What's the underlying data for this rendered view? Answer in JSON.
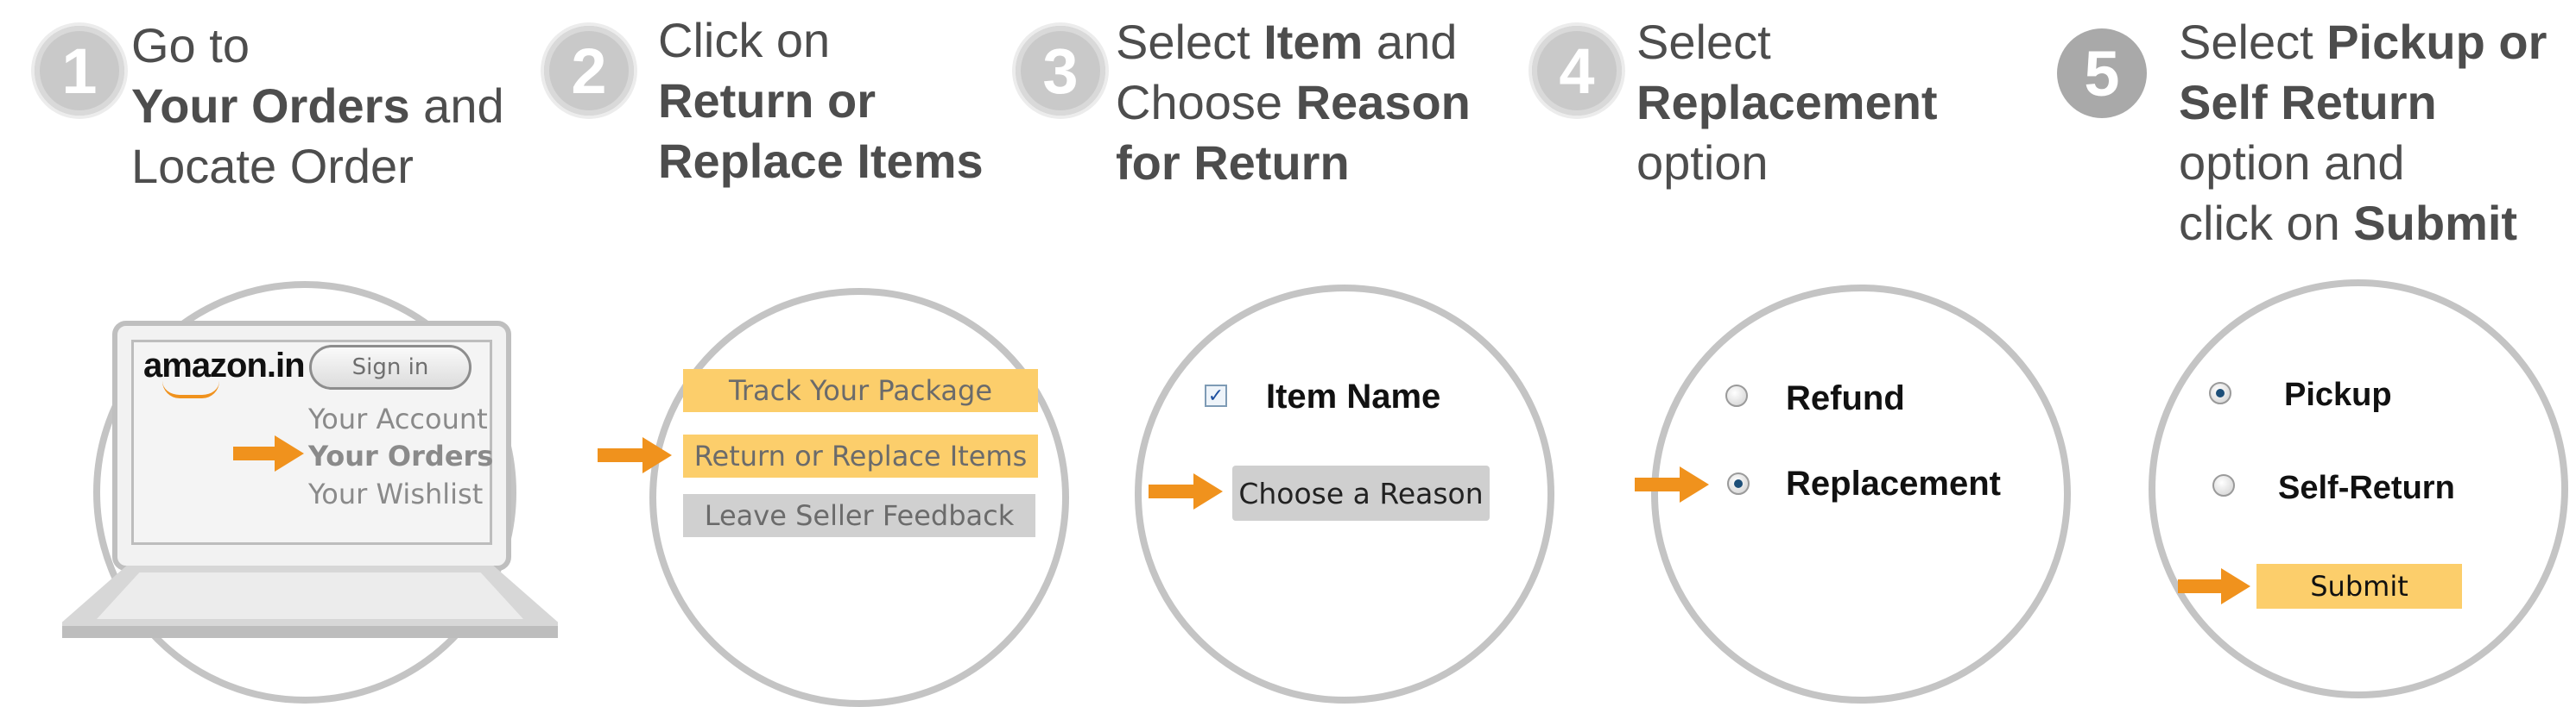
{
  "steps": [
    {
      "number": "1",
      "title_lines": [
        [
          "Go to",
          ""
        ],
        [
          "",
          "Your Orders",
          " and"
        ],
        [
          "Locate Order"
        ]
      ]
    },
    {
      "number": "2"
    },
    {
      "number": "3"
    },
    {
      "number": "4"
    },
    {
      "number": "5"
    }
  ],
  "step1": {
    "number": "1",
    "line1": "Go to",
    "line2_bold": "Your Orders",
    "line2_rest": " and",
    "line3": "Locate Order",
    "logo": "amazon.in",
    "signin": "Sign in",
    "menu": [
      "Your Account",
      "Your Orders",
      "Your Wishlist"
    ]
  },
  "step2": {
    "number": "2",
    "line1": "Click on",
    "line2_bold": "Return or",
    "line3_bold": "Replace Items",
    "buttons": [
      "Track Your Package",
      "Return or Replace  Items",
      "Leave Seller Feedback"
    ]
  },
  "step3": {
    "number": "3",
    "line1_pre": "Select ",
    "line1_bold": "Item",
    "line1_post": " and",
    "line2_pre": "Choose ",
    "line2_bold": "Reason",
    "line3_bold": "for Return",
    "item_label": "Item Name",
    "reason_button": "Choose a Reason"
  },
  "step4": {
    "number": "4",
    "line1": "Select",
    "line2_bold": "Replacement",
    "line3": "option",
    "options": [
      "Refund",
      "Replacement"
    ]
  },
  "step5": {
    "number": "5",
    "line1_pre": "Select ",
    "line1_bold": "Pickup or",
    "line2_bold": "Self Return",
    "line3": "option and",
    "line4_pre": "click on ",
    "line4_bold": "Submit",
    "options": [
      "Pickup",
      "Self-Return"
    ],
    "submit": "Submit"
  },
  "colors": {
    "accent_orange": "#f0921d",
    "button_orange": "#fcce6b",
    "button_grey": "#d0d0d0",
    "circle_border": "#c4c4c4",
    "heading_text": "#4d4d4d"
  }
}
